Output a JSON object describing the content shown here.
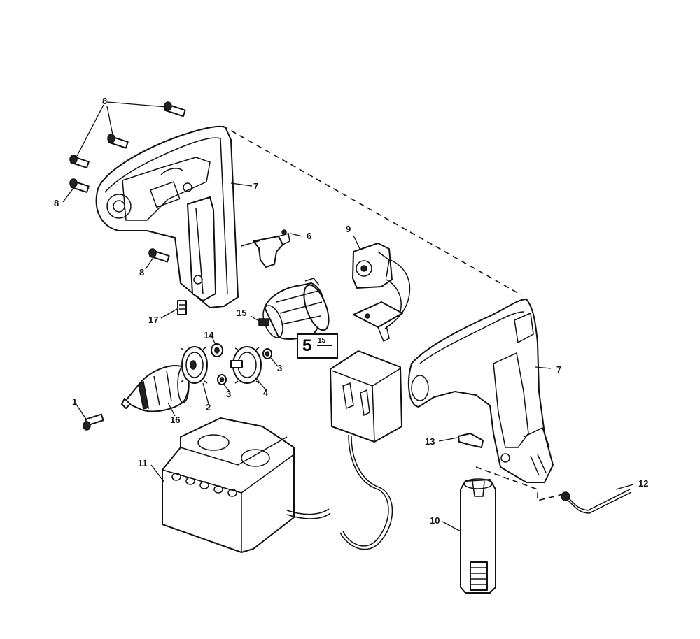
{
  "callouts": {
    "c1": "1",
    "c2": "2",
    "c3a": "3",
    "c3b": "3",
    "c4": "4",
    "c6": "6",
    "c7a": "7",
    "c7b": "7",
    "c8a": "8",
    "c8b": "8",
    "c8c": "8",
    "c9": "9",
    "c10": "10",
    "c11": "11",
    "c12": "12",
    "c13": "13",
    "c14": "14",
    "c15": "15",
    "c16": "16",
    "c17": "17"
  },
  "motor_box": {
    "main": "5",
    "sub": "15"
  }
}
